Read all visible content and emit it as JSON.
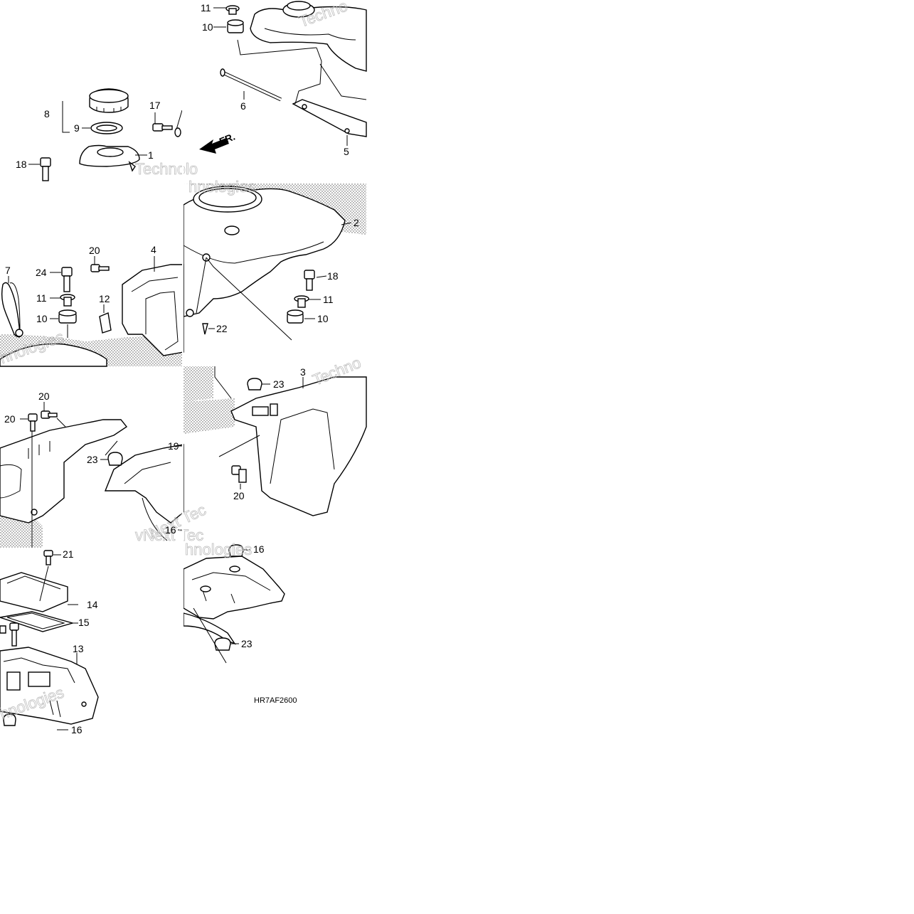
{
  "diagram": {
    "code": "HR7AF2600",
    "front_marker": "FR.",
    "watermark_texts": [
      "vNext Technologies",
      "vNext Tec",
      "Technolo",
      "hnologies",
      "Techno",
      "Next Tec"
    ],
    "callouts": {
      "c_11a": "11",
      "c_10a": "10",
      "c_6": "6",
      "c_5": "5",
      "c_8": "8",
      "c_9": "9",
      "c_17": "17",
      "c_1": "1",
      "c_18a": "18",
      "c_2": "2",
      "c_18b": "18",
      "c_11b": "11",
      "c_10b": "10",
      "c_22": "22",
      "c_7": "7",
      "c_24": "24",
      "c_20a": "20",
      "c_4": "4",
      "c_11c": "11",
      "c_12": "12",
      "c_10c": "10",
      "c_20b": "20",
      "c_20c": "20",
      "c_23a": "23",
      "c_19": "19",
      "c_16a": "16",
      "c_23b": "23",
      "c_3": "3",
      "c_20d": "20",
      "c_21": "21",
      "c_14": "14",
      "c_15": "15",
      "c_13": "13",
      "c_16b": "16",
      "c_16c": "16",
      "c_23c": "23"
    }
  }
}
